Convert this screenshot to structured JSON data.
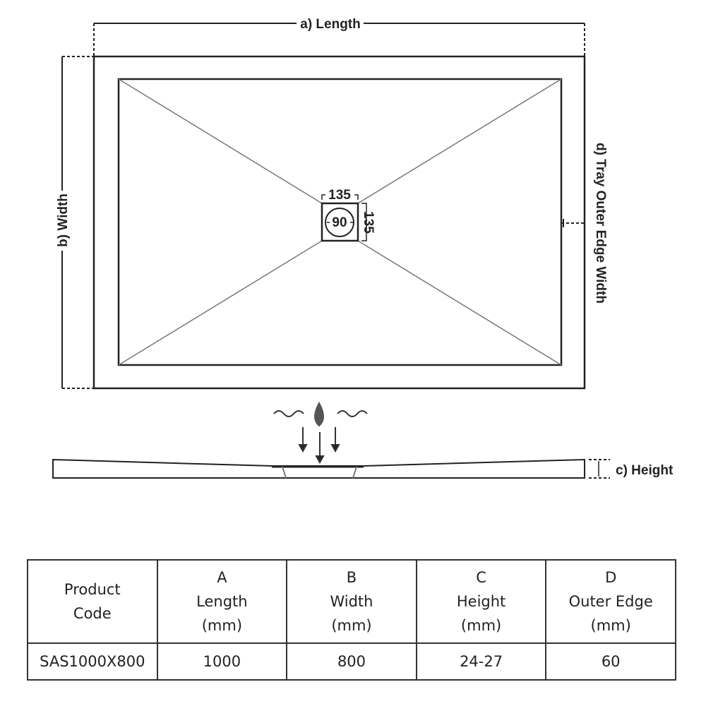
{
  "diagram": {
    "length_label": "a) Length",
    "width_label": "b) Width",
    "height_label": "c) Height",
    "outer_edge_label": "d) Tray Outer Edge Width",
    "waste_width": "135",
    "waste_height": "135",
    "waste_diameter": "90"
  },
  "table": {
    "headers": [
      {
        "lines": [
          "Product",
          "Code"
        ]
      },
      {
        "lines": [
          "A",
          "Length",
          "(mm)"
        ]
      },
      {
        "lines": [
          "B",
          "Width",
          "(mm)"
        ]
      },
      {
        "lines": [
          "C",
          "Height",
          "(mm)"
        ]
      },
      {
        "lines": [
          "D",
          "Outer Edge",
          "(mm)"
        ]
      }
    ],
    "rows": [
      [
        "SAS1000X800",
        "1000",
        "800",
        "24-27",
        "60"
      ]
    ]
  }
}
